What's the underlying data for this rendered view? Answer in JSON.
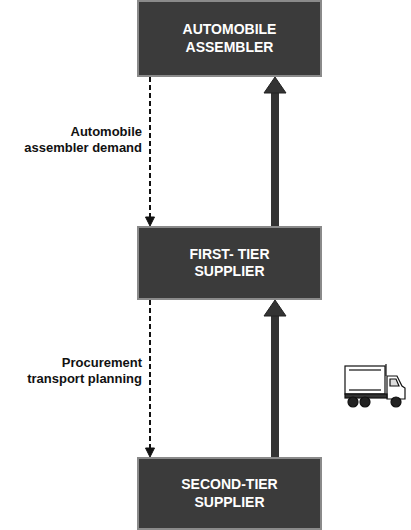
{
  "diagram": {
    "nodes": [
      {
        "text": [
          "AUTOMOBILE ASSEMBLER"
        ]
      },
      {
        "text": [
          "FIRST- TIER SUPPLIER"
        ]
      },
      {
        "text": [
          "SECOND-TIER SUPPLIER"
        ]
      }
    ],
    "edges": [
      {
        "from": 0,
        "to": 1,
        "label": "Automobile assembler demand",
        "arrow": "to"
      },
      {
        "from": 1,
        "to": 0,
        "arrow": "to"
      },
      {
        "from": 1,
        "to": 2,
        "label": "Procurement transport planning",
        "arrow": "to"
      },
      {
        "from": 2,
        "to": 1,
        "arrow": "to"
      }
    ]
  }
}
